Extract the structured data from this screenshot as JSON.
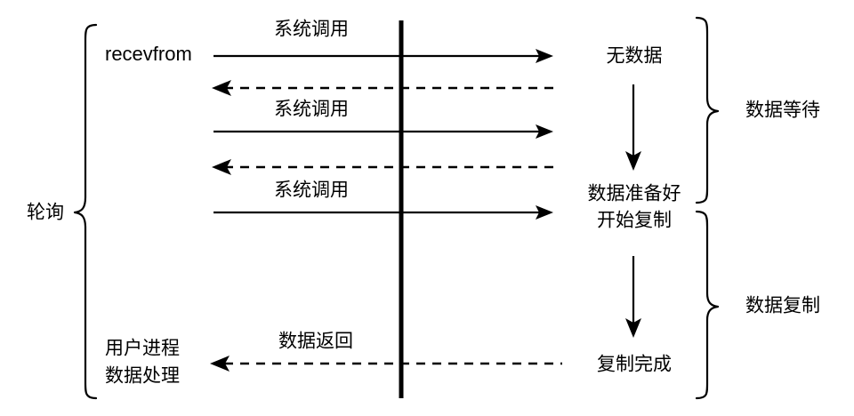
{
  "figure": {
    "kind": "sequence-diagram",
    "background_color": "#ffffff",
    "line_color": "#000000"
  },
  "left_group": {
    "brace_label": "轮询",
    "entries": [
      {
        "id": "recevfrom",
        "label": "recevfrom"
      },
      {
        "id": "user-process",
        "label": "用户进程"
      },
      {
        "id": "data-handling",
        "label": "数据处理"
      }
    ]
  },
  "messages": [
    {
      "id": "syscall-1",
      "label": "系统调用",
      "direction": "right",
      "style": "solid"
    },
    {
      "id": "return-1",
      "label": "",
      "direction": "left",
      "style": "dashed"
    },
    {
      "id": "syscall-2",
      "label": "系统调用",
      "direction": "right",
      "style": "solid"
    },
    {
      "id": "return-2",
      "label": "",
      "direction": "left",
      "style": "dashed"
    },
    {
      "id": "syscall-3",
      "label": "系统调用",
      "direction": "right",
      "style": "solid"
    },
    {
      "id": "data-return",
      "label": "数据返回",
      "direction": "left",
      "style": "dashed"
    }
  ],
  "kernel_states": [
    {
      "id": "no-data",
      "label": "无数据"
    },
    {
      "id": "data-ready",
      "label": "数据准备好"
    },
    {
      "id": "copy-start",
      "label": "开始复制"
    },
    {
      "id": "copy-done",
      "label": "复制完成"
    }
  ],
  "right_groups": [
    {
      "id": "data-wait",
      "label": "数据等待"
    },
    {
      "id": "data-copy",
      "label": "数据复制"
    }
  ]
}
